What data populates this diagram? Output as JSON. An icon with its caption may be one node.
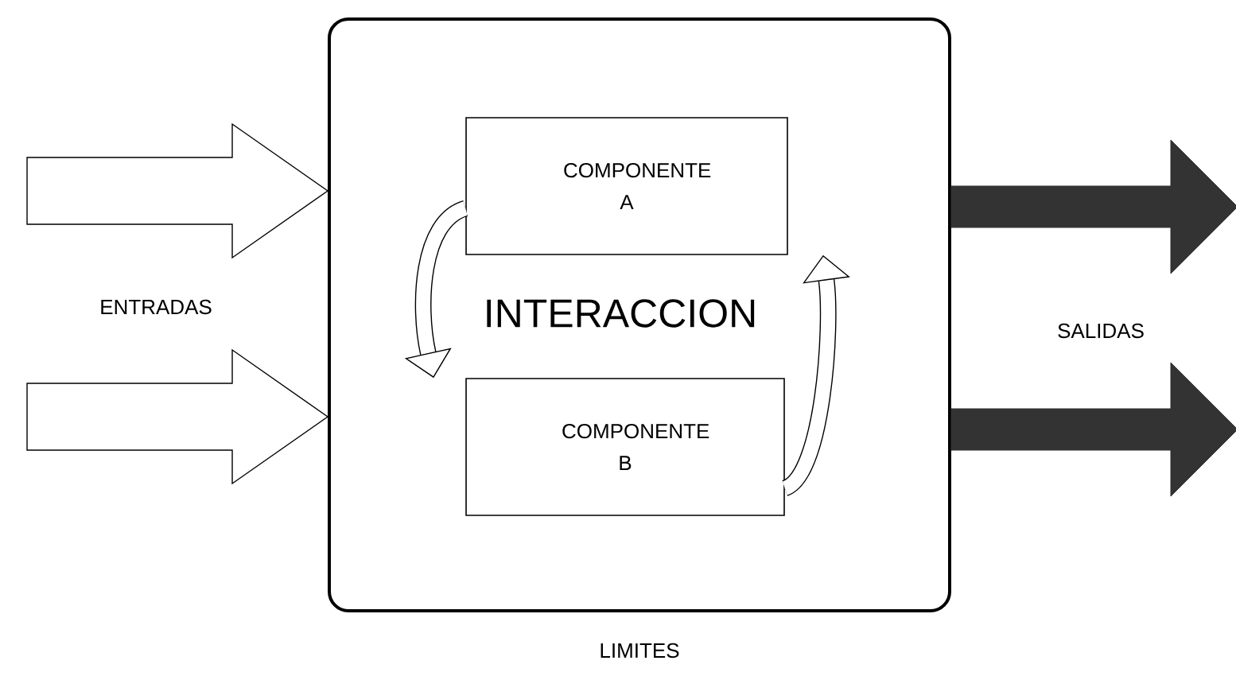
{
  "diagram": {
    "nodes": [
      {
        "text": [
          "INTERACCION"
        ],
        "beside": [
          "LIMITES"
        ]
      },
      {
        "text": [
          "COMPONENTE A"
        ],
        "in": 0
      },
      {
        "text": [
          "COMPONENTE B"
        ],
        "in": 0
      }
    ],
    "edges": [
      {
        "from": null,
        "to": 0,
        "arrow": "to"
      },
      {
        "from": null,
        "to": 0,
        "arrow": "to"
      },
      {
        "from": 1,
        "to": 2,
        "arrow": "to"
      },
      {
        "from": 2,
        "to": 1,
        "arrow": "to"
      },
      {
        "from": 0,
        "to": null,
        "arrow": "to",
        "style": "thick"
      },
      {
        "from": 0,
        "to": null,
        "arrow": "to",
        "style": "thick"
      }
    ],
    "labels": [
      "ENTRADAS",
      "SALIDAS"
    ]
  }
}
